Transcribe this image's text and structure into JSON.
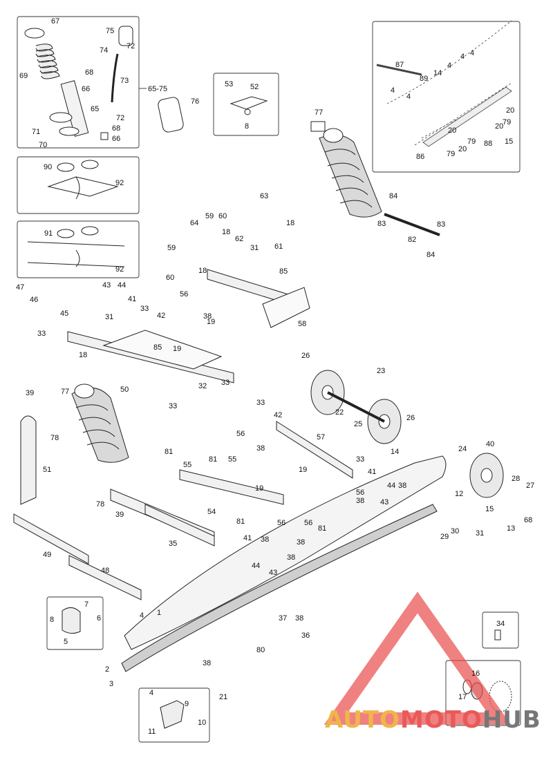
{
  "diagram": {
    "range_label": "65-75",
    "callouts": [
      "1",
      "2",
      "3",
      "4",
      "5",
      "6",
      "7",
      "8",
      "9",
      "10",
      "11",
      "12",
      "13",
      "14",
      "15",
      "16",
      "17",
      "18",
      "19",
      "20",
      "21",
      "22",
      "23",
      "24",
      "25",
      "26",
      "27",
      "28",
      "29",
      "30",
      "31",
      "32",
      "33",
      "34",
      "35",
      "36",
      "37",
      "38",
      "39",
      "40",
      "41",
      "42",
      "43",
      "44",
      "45",
      "46",
      "47",
      "48",
      "49",
      "50",
      "51",
      "52",
      "53",
      "54",
      "55",
      "56",
      "57",
      "58",
      "59",
      "60",
      "61",
      "62",
      "63",
      "64",
      "65",
      "66",
      "67",
      "68",
      "69",
      "70",
      "71",
      "72",
      "73",
      "74",
      "75",
      "76",
      "77",
      "78",
      "79",
      "80",
      "81",
      "82",
      "83",
      "84",
      "85",
      "86",
      "87",
      "88",
      "89",
      "90",
      "91",
      "92"
    ]
  },
  "watermark": {
    "part1": "AUTO",
    "part2": "MOTO",
    "part3": "HUB",
    "colors": {
      "yellow": "#f0b54a",
      "red": "#e85a5a",
      "grey": "#777777"
    }
  }
}
